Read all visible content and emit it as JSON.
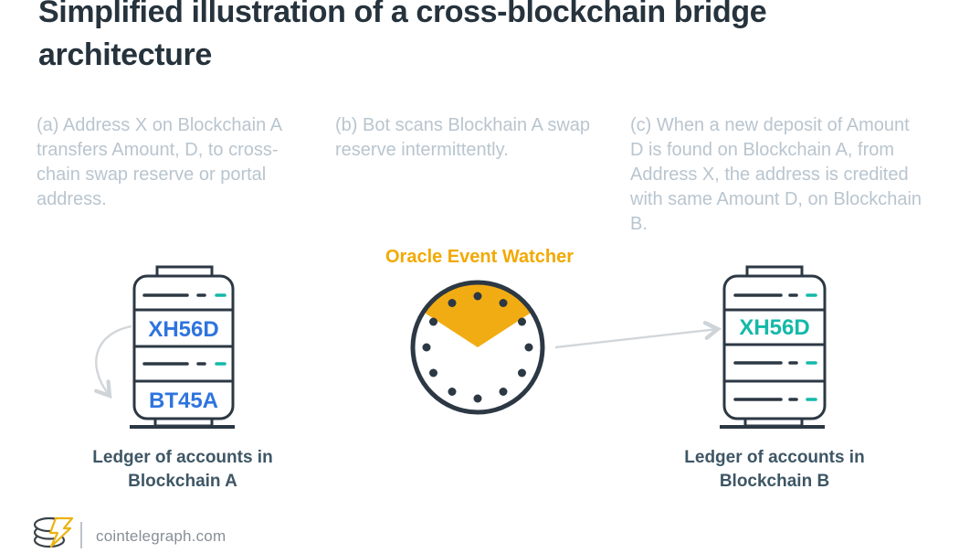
{
  "title": {
    "line1": "Simplified illustration of a cross-blockchain bridge",
    "line2": "architecture"
  },
  "steps": [
    {
      "id": "a",
      "text": "(a) Address X on Blockchain A transfers Amount, D, to cross-chain swap reserve or portal address."
    },
    {
      "id": "b",
      "text": "(b) Bot scans Blockhain A swap reserve intermittently."
    },
    {
      "id": "c",
      "text": "(c) When a new deposit of Amount D is found on Blockchain A, from Address X, the address is credited with same Amount D, on Blockchain B."
    }
  ],
  "oracle": {
    "label": "Oracle Event Watcher"
  },
  "ledger_a": {
    "address_1": "XH56D",
    "address_2": "BT45A",
    "caption": "Ledger of accounts in Blockchain A"
  },
  "ledger_b": {
    "address_1": "XH56D",
    "caption": "Ledger of accounts in Blockchain B"
  },
  "footer": {
    "site": "cointelegraph.com"
  },
  "colors": {
    "heading": "#26333D",
    "muted_step_text": "#B9C5CF",
    "caption_text": "#3E5665",
    "outline_ink": "#2C3844",
    "address_blue": "#2E74DE",
    "address_teal": "#14B9A8",
    "accent_amber_label": "#F2A900",
    "accent_amber_wedge": "#F2AC13",
    "arrow_gray": "#D2D6DA"
  }
}
